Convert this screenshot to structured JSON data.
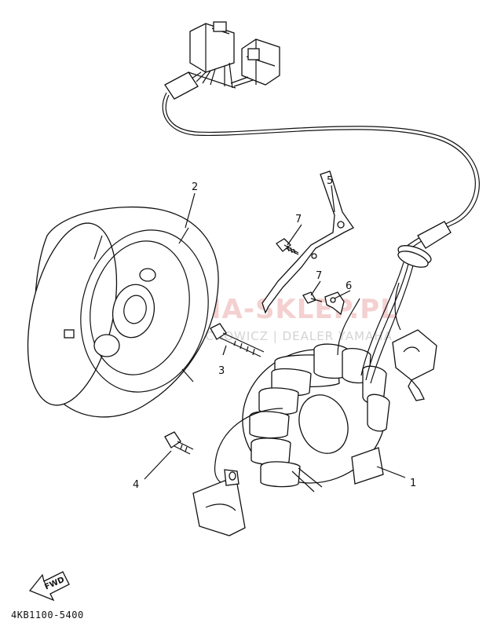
{
  "callouts": {
    "c1": "1",
    "c2": "2",
    "c3": "3",
    "c4": "4",
    "c5": "5",
    "c6": "6",
    "c7a": "7",
    "c7b": "7"
  },
  "fwd_label": "FWD",
  "diagram_code": "4KB1100-5400",
  "watermark": {
    "main": "YAMA-SKLEP.PL",
    "sub": "WOJCIECHOWICZ | DEALER YAMAHA"
  },
  "colors": {
    "line": "#111111",
    "watermark_red": "#e07a7a",
    "watermark_grey": "#b0b0b0"
  }
}
